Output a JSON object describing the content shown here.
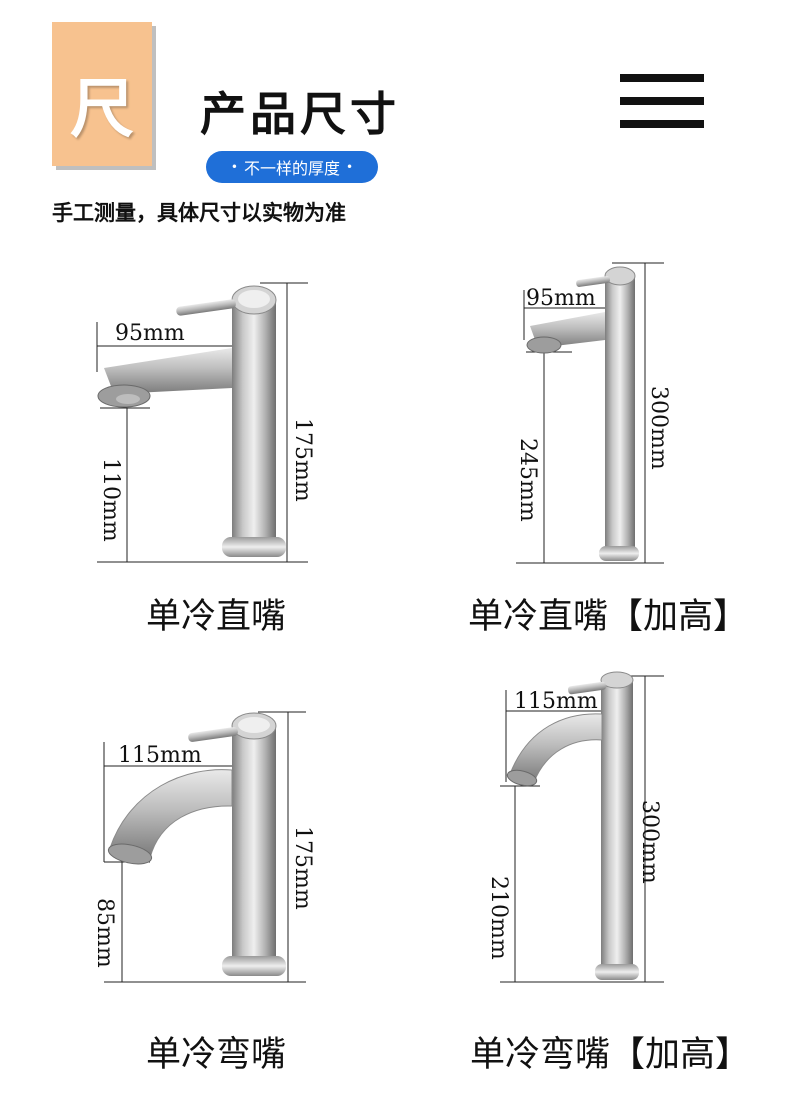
{
  "header": {
    "badge_char": "尺",
    "title": "产品尺寸",
    "pill_text": "不一样的厚度",
    "pill_dot": "•",
    "note": "手工测量，具体尺寸以实物为准",
    "menu_icon": "hamburger-icon"
  },
  "products": [
    {
      "name": "单冷直嘴",
      "spout_reach": "95mm",
      "total_height": "175mm",
      "spout_height": "110mm"
    },
    {
      "name": "单冷直嘴【加高】",
      "spout_reach": "95mm",
      "total_height": "300mm",
      "spout_height": "245mm"
    },
    {
      "name": "单冷弯嘴",
      "spout_reach": "115mm",
      "total_height": "175mm",
      "spout_height": "85mm"
    },
    {
      "name": "单冷弯嘴【加高】",
      "spout_reach": "115mm",
      "total_height": "300mm",
      "spout_height": "210mm"
    }
  ],
  "colors": {
    "badge": "#f7c28f",
    "pill": "#1f6fd8",
    "steel_dark": "#8c8c8c",
    "steel_light": "#e6e6e6"
  }
}
